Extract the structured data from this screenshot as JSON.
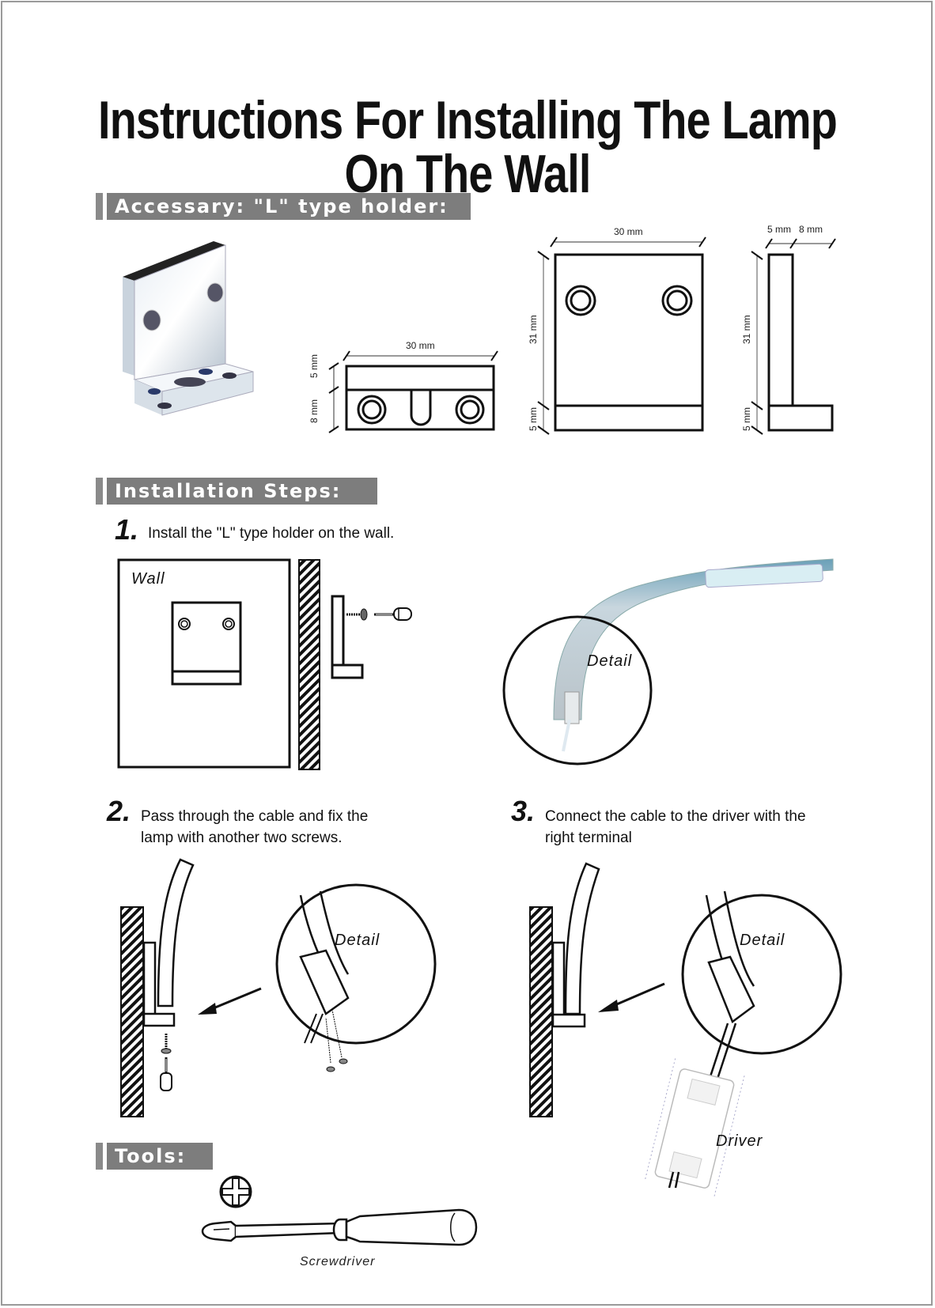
{
  "document": {
    "title": "Instructions For Installing The Lamp On The Wall"
  },
  "sections": {
    "accessory": {
      "heading": "Accessary: \"L\" type holder:",
      "dimensions": {
        "top_view": {
          "width": "30 mm",
          "height_top": "5 mm",
          "height_bottom": "8 mm"
        },
        "front_view": {
          "width": "30 mm",
          "height": "31 mm",
          "base": "5 mm"
        },
        "side_view": {
          "thickness": "5 mm",
          "depth": "8 mm",
          "height": "31 mm",
          "base": "5 mm"
        }
      }
    },
    "installation": {
      "heading": "Installation Steps:",
      "steps": [
        {
          "number": "1.",
          "text": "Install the \"L\" type holder on the wall.",
          "labels": {
            "wall": "Wall",
            "detail": "Detail"
          }
        },
        {
          "number": "2.",
          "text_line1": "Pass through the cable and fix the",
          "text_line2": "lamp with another two screws.",
          "labels": {
            "detail": "Detail"
          }
        },
        {
          "number": "3.",
          "text_line1": "Connect the cable to the driver with the",
          "text_line2": "right terminal",
          "labels": {
            "detail": "Detail",
            "driver": "Driver"
          }
        }
      ]
    },
    "tools": {
      "heading": "Tools:",
      "items": [
        {
          "name": "Screwdriver",
          "icon": "phillips-head-icon"
        }
      ]
    }
  },
  "colors": {
    "banner": "#7d7d7d",
    "banner_bar": "#8a8a8a",
    "page_border": "#9a9a9a",
    "ink": "#111111"
  }
}
